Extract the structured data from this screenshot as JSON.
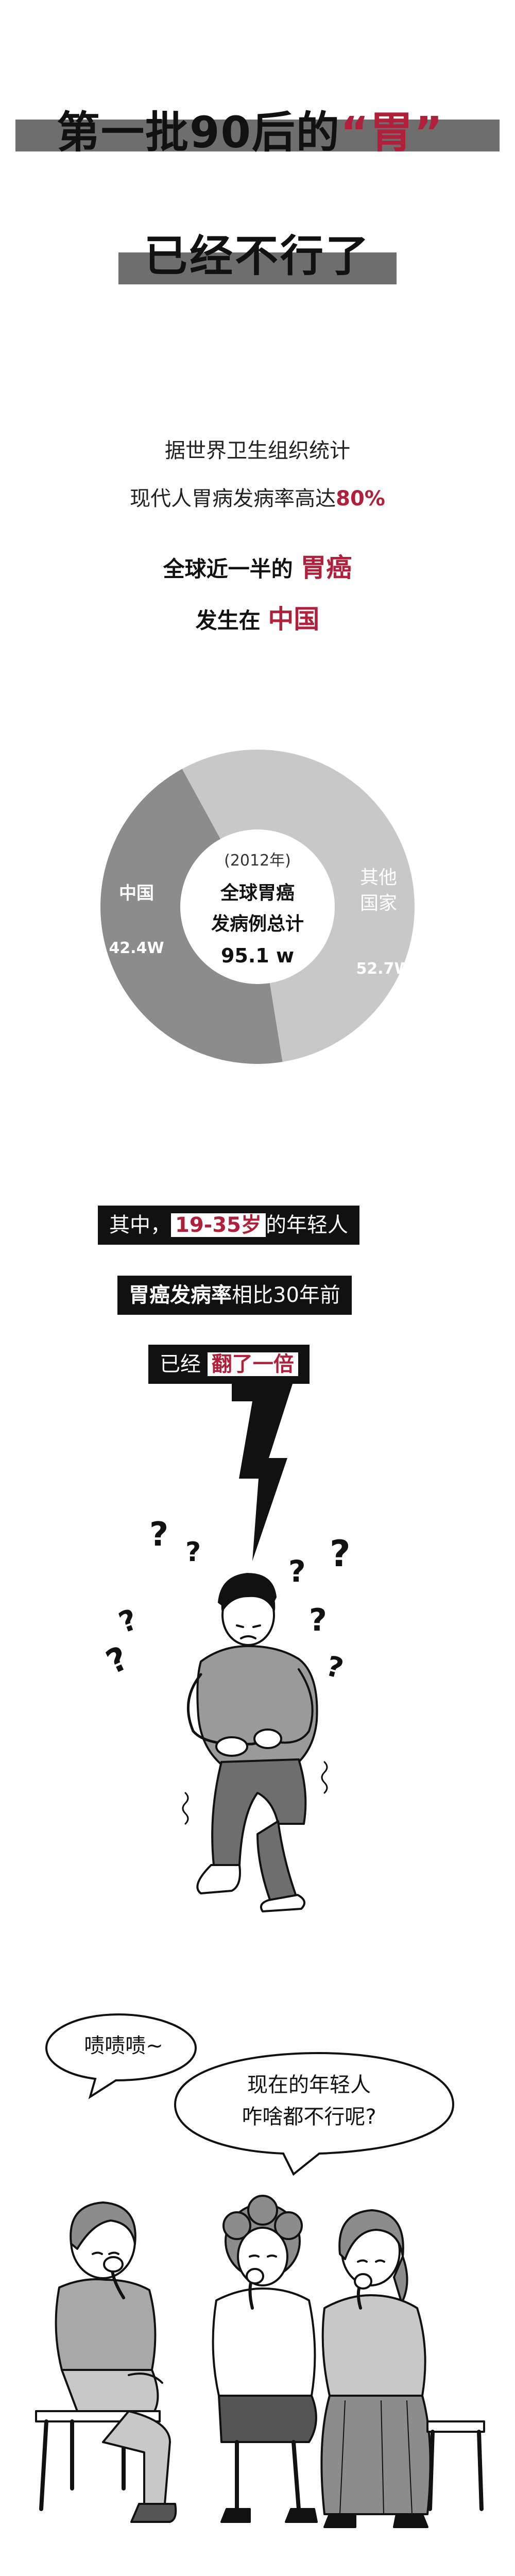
{
  "title": {
    "line1_main": "第一批90后的",
    "line1_quote": "“胃”",
    "line2": "已经不行了"
  },
  "intro": {
    "line1": "据世界卫生组织统计",
    "line2_prefix": "现代人胃病发病率高达",
    "line2_value": "80%",
    "line3_prefix": "全球近一半的",
    "line3_highlight": "胃癌",
    "line4_prefix": "发生在",
    "line4_highlight": "中国"
  },
  "chart_data": {
    "type": "pie",
    "variant": "donut",
    "center_year": "(2012年)",
    "center_title_1": "全球胃癌",
    "center_title_2": "发病例总计",
    "center_total": "95.1 w",
    "slices": [
      {
        "name": "中国",
        "value": 42.4,
        "label": "42.4W",
        "color": "#8c8c8c"
      },
      {
        "name_line1": "其他",
        "name_line2": "国家",
        "value": 52.7,
        "label": "52.7W",
        "color": "#c8c8c8"
      }
    ]
  },
  "banners": {
    "b1_prefix": "其中，",
    "b1_highlight": "19-35岁",
    "b1_suffix": "的年轻人",
    "b2_bold": "胃癌发病率",
    "b2_suffix": "相比30年前",
    "b3_prefix": "已经",
    "b3_highlight": "翻了一倍"
  },
  "illustration": {
    "question_mark": "?"
  },
  "speech": {
    "left": "啧啧啧~",
    "right_line1": "现在的年轻人",
    "right_line2": "咋啥都不行呢?"
  }
}
